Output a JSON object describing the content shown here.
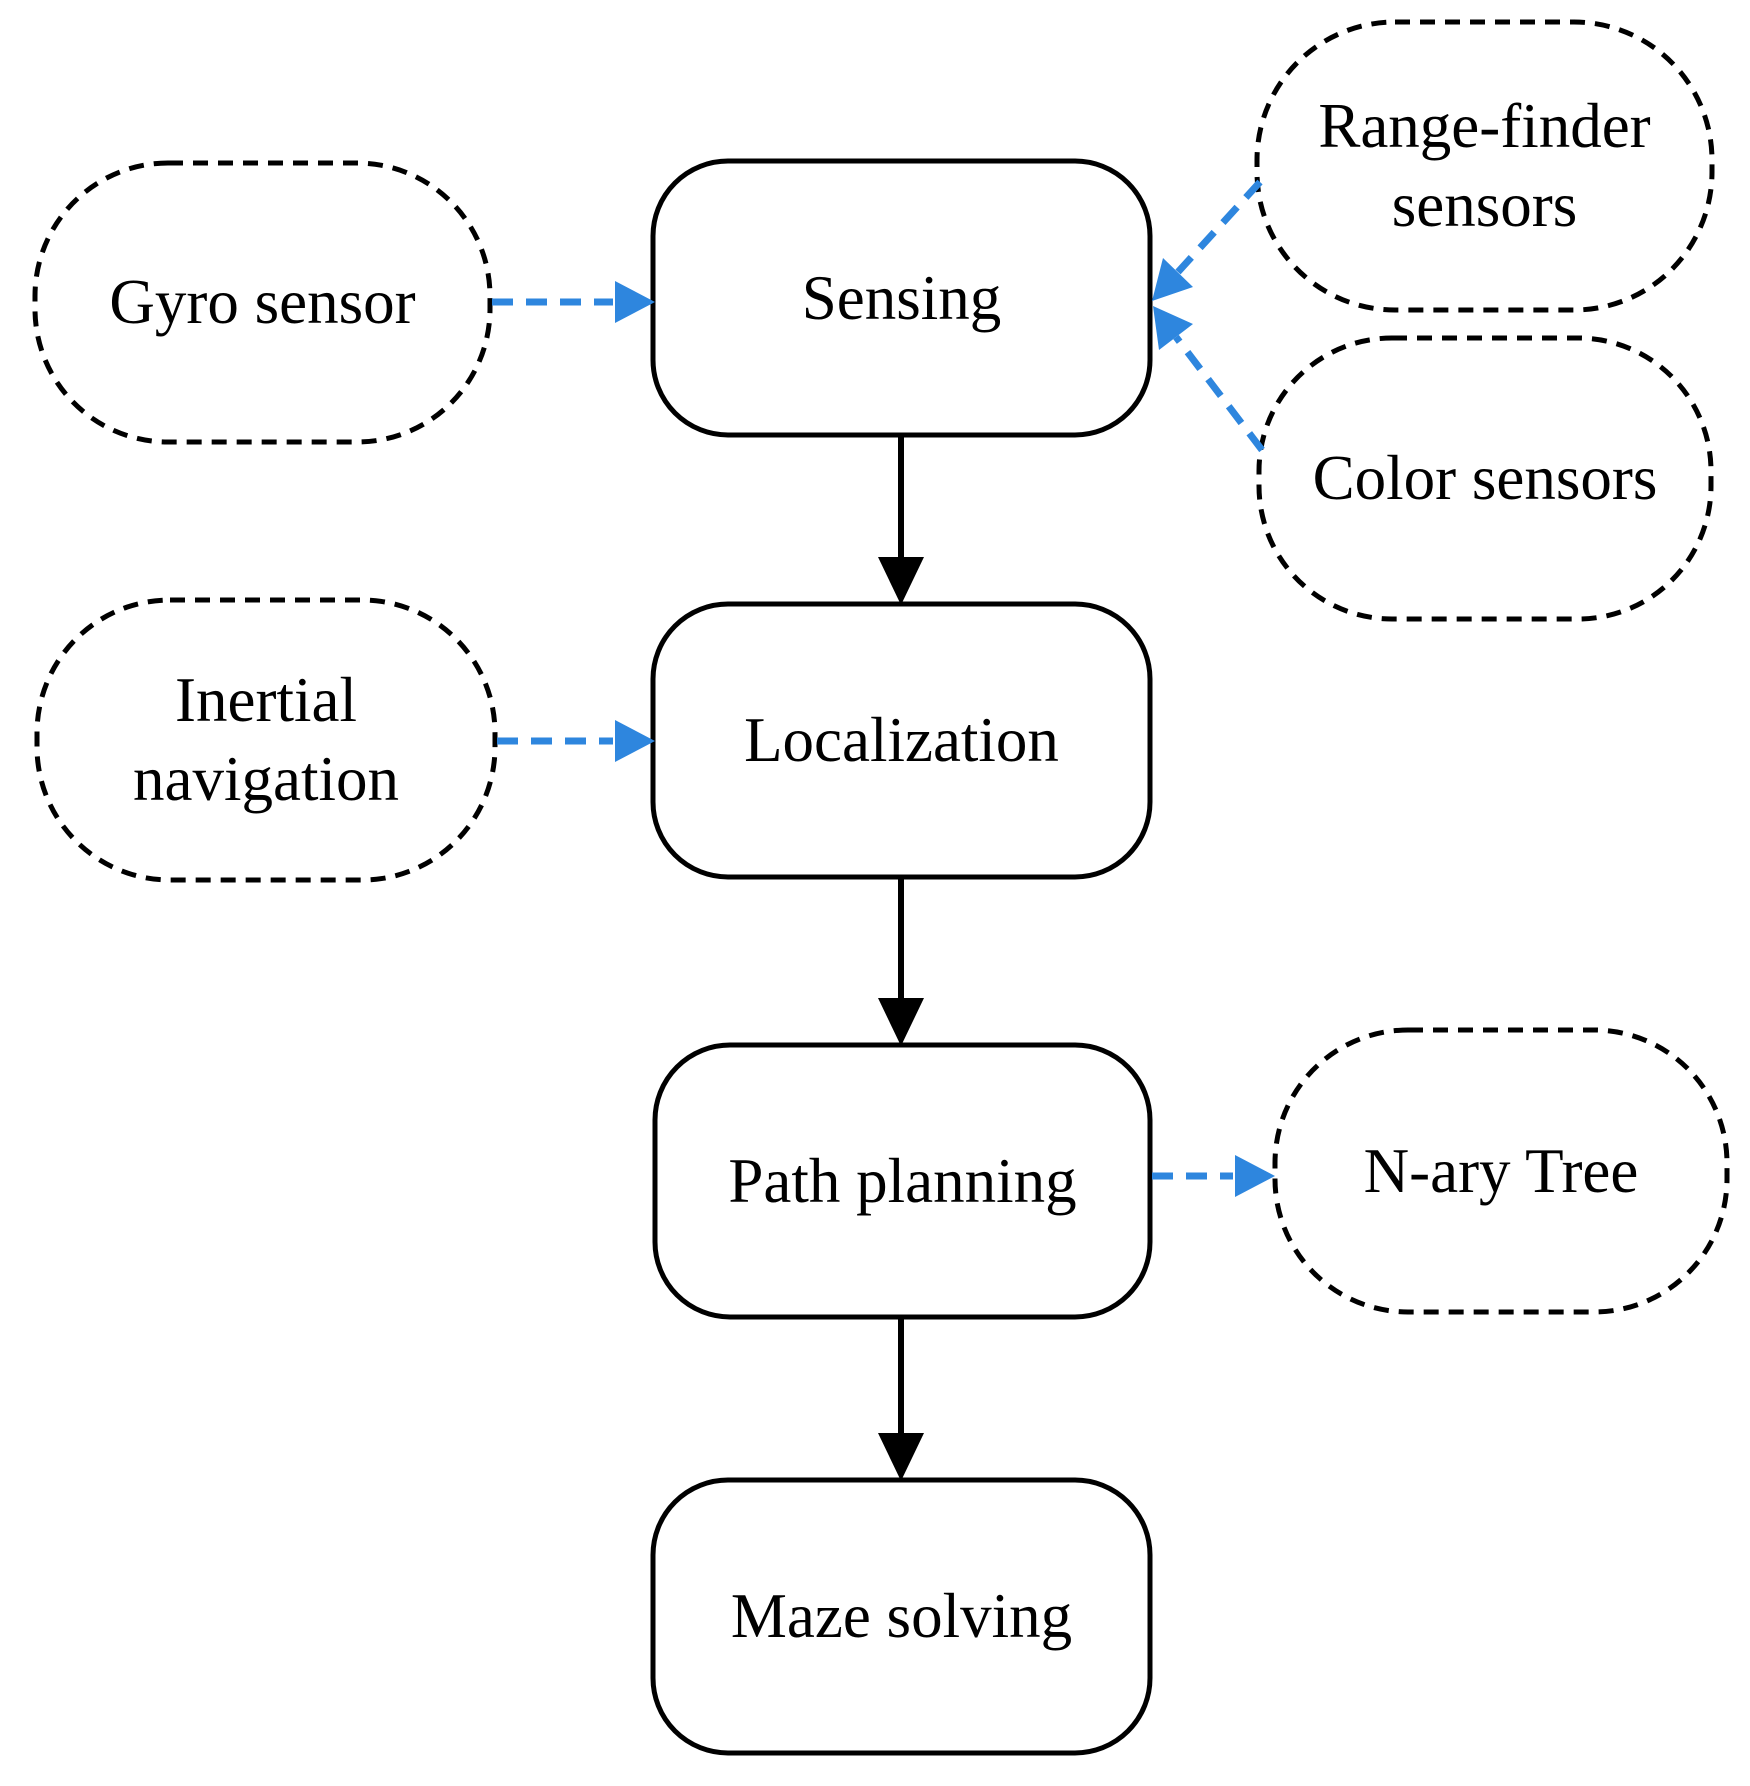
{
  "figure": {
    "kind": "flowchart",
    "background": "#ffffff"
  },
  "colors": {
    "accent_blue": "#2E86DE",
    "line_black": "#000000",
    "text": "#000000"
  },
  "nodes": {
    "sensing": {
      "label": "Sensing",
      "shape": "rounded-rect",
      "border": "solid"
    },
    "localization": {
      "label": "Localization",
      "shape": "rounded-rect",
      "border": "solid"
    },
    "path_planning": {
      "label": "Path planning",
      "shape": "rounded-rect",
      "border": "solid"
    },
    "maze_solving": {
      "label": "Maze solving",
      "shape": "rounded-rect",
      "border": "solid"
    },
    "gyro": {
      "label": "Gyro sensor",
      "shape": "stadium",
      "border": "dashed"
    },
    "range_finder": {
      "label": "Range-finder sensors",
      "shape": "stadium",
      "border": "dashed"
    },
    "color_sensors": {
      "label": "Color sensors",
      "shape": "stadium",
      "border": "dashed"
    },
    "inertial": {
      "label": "Inertial navigation",
      "shape": "stadium",
      "border": "dashed"
    },
    "nary_tree": {
      "label": "N-ary Tree",
      "shape": "stadium",
      "border": "dashed"
    }
  },
  "edges": [
    {
      "from": "sensing",
      "to": "localization",
      "style": "solid-black-arrow"
    },
    {
      "from": "localization",
      "to": "path_planning",
      "style": "solid-black-arrow"
    },
    {
      "from": "path_planning",
      "to": "maze_solving",
      "style": "solid-black-arrow"
    },
    {
      "from": "gyro",
      "to": "sensing",
      "style": "dashed-blue-arrow"
    },
    {
      "from": "range_finder",
      "to": "sensing",
      "style": "dashed-blue-arrow"
    },
    {
      "from": "color_sensors",
      "to": "sensing",
      "style": "dashed-blue-arrow"
    },
    {
      "from": "inertial",
      "to": "localization",
      "style": "dashed-blue-arrow"
    },
    {
      "from": "path_planning",
      "to": "nary_tree",
      "style": "dashed-blue-arrow"
    }
  ]
}
